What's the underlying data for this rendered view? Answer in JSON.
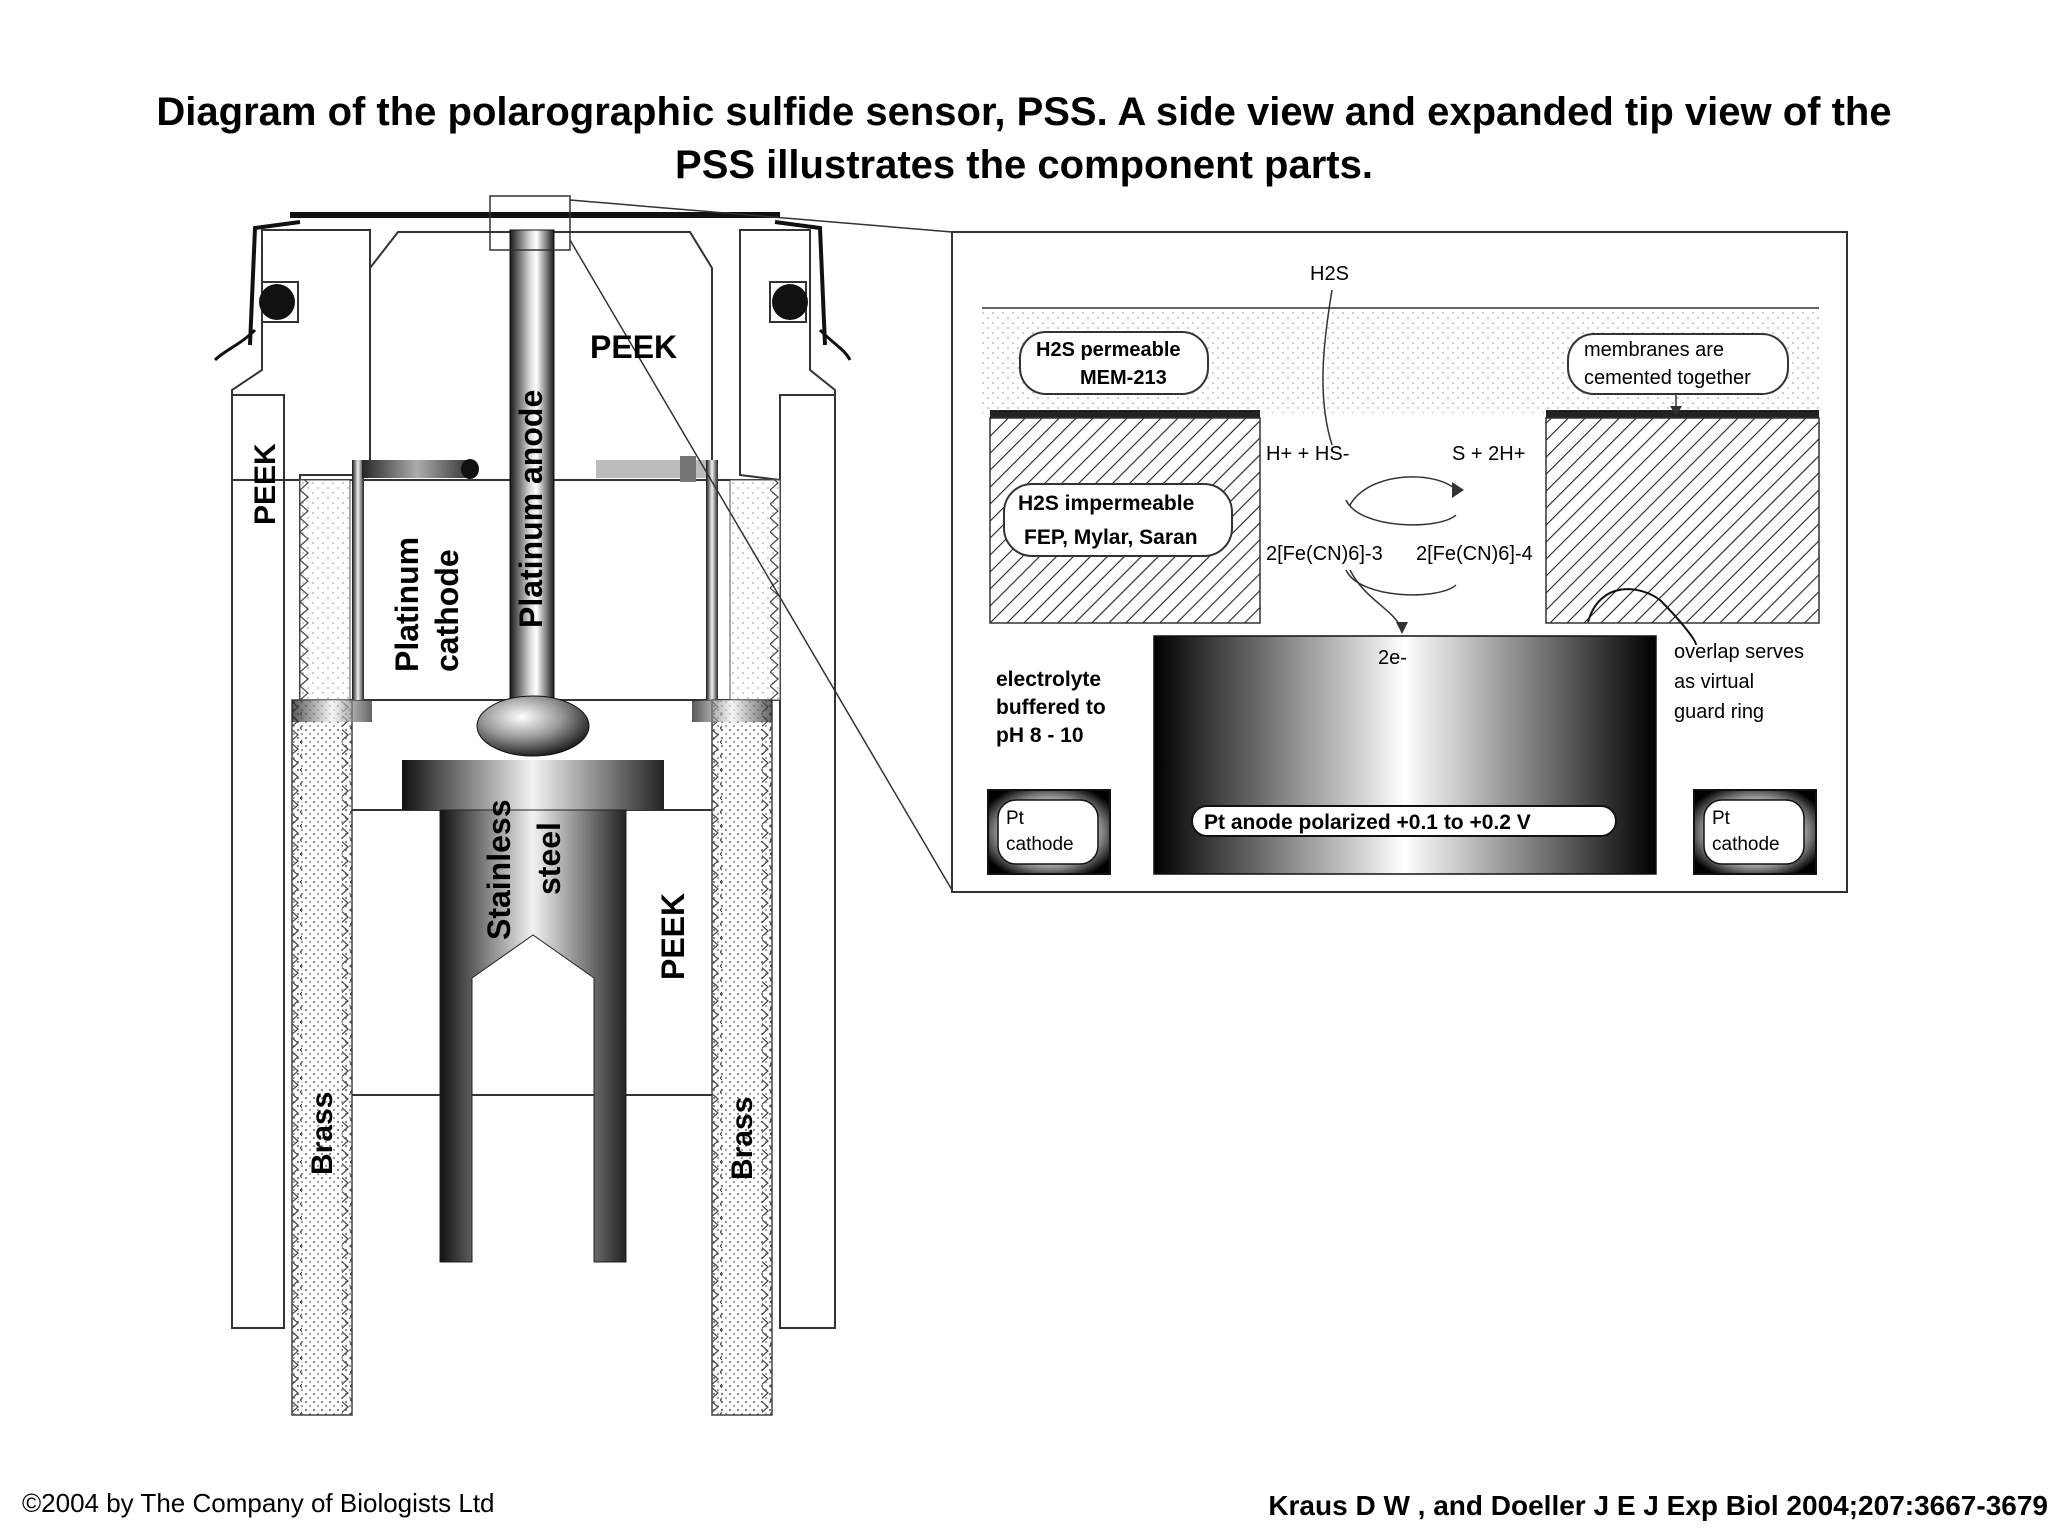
{
  "title": {
    "line1": "Diagram of the polarographic sulfide sensor, PSS. A side view and expanded tip view of the",
    "line2": "PSS illustrates the component parts."
  },
  "side_view": {
    "peek_left": "PEEK",
    "peek_top": "PEEK",
    "peek_lower": "PEEK",
    "platinum_anode": "Platinum anode",
    "platinum_cathode_1": "Platinum",
    "platinum_cathode_2": "cathode",
    "stainless_1": "Stainless",
    "stainless_2": "steel",
    "brass_left": "Brass",
    "brass_right": "Brass"
  },
  "tip_view": {
    "h2s_top": "H2S",
    "permeable_1": "H2S permeable",
    "permeable_2": "MEM-213",
    "membranes_1": "membranes are",
    "membranes_2": "cemented together",
    "reaction_left_top": "H+ + HS-",
    "reaction_right_top": "S + 2H+",
    "impermeable_1": "H2S impermeable",
    "impermeable_2": "FEP, Mylar, Saran",
    "ferri": "2[Fe(CN)6]-3",
    "ferro": "2[Fe(CN)6]-4",
    "electrons": "2e-",
    "electrolyte_1": "electrolyte",
    "electrolyte_2": "buffered to",
    "electrolyte_3": "pH 8 - 10",
    "overlap_1": "overlap serves",
    "overlap_2": "as virtual",
    "overlap_3": "guard ring",
    "anode_label": "Pt anode polarized +0.1 to +0.2 V",
    "cathode_left_1": "Pt",
    "cathode_left_2": "cathode",
    "cathode_right_1": "Pt",
    "cathode_right_2": "cathode"
  },
  "footer": {
    "copyright": "©2004 by The Company of Biologists Ltd",
    "citation": "Kraus D W , and Doeller J E J Exp Biol 2004;207:3667-3679"
  }
}
